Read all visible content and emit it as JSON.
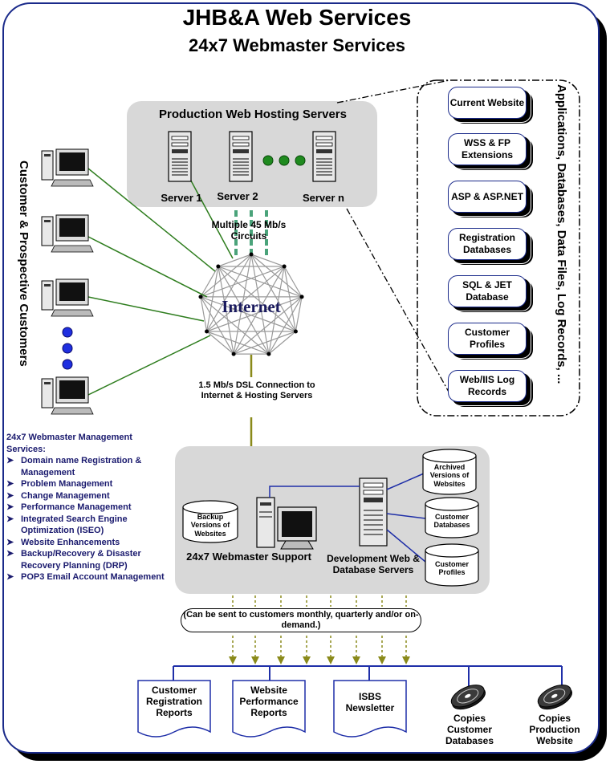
{
  "header": {
    "title": "JHB&A Web Services",
    "subtitle": "24x7 Webmaster Services"
  },
  "production": {
    "title": "Production Web Hosting Servers",
    "servers": [
      "Server 1",
      "Server 2",
      "Server n"
    ],
    "circuits": "Multiple 45 Mb/s Circuits"
  },
  "internet": {
    "label": "Internet",
    "dsl": "1.5 Mb/s DSL Connection to Internet & Hosting Servers"
  },
  "customers_label": "Customer & Prospective Customers",
  "apps": {
    "label": "Applications, Databases, Data Files, Log Records, ...",
    "items": [
      "Current Website",
      "WSS & FP Extensions",
      "ASP & ASP.NET",
      "Registration Databases",
      "SQL & JET Database",
      "Customer Profiles",
      "Web/IIS Log Records"
    ]
  },
  "management": {
    "heading": "24x7 Webmaster Management Services:",
    "items": [
      "Domain name Registration & Management",
      "Problem Management",
      "Change Management",
      "Performance Management",
      "Integrated Search Engine Optimization (ISEO)",
      "Website Enhancements",
      "Backup/Recovery & Disaster Recovery Planning (DRP)",
      "POP3 Email Account Management"
    ]
  },
  "development": {
    "backup": "Backup Versions of Websites",
    "support": "24x7 Webmaster Support",
    "servers": "Development Web & Database Servers",
    "archived": "Archived Versions of Websites",
    "customer_db": "Customer Databases",
    "customer_profiles": "Customer Profiles"
  },
  "notice": "(Can be sent to customers monthly, quarterly and/or on-demand.)",
  "outputs": {
    "reports": [
      "Customer Registration Reports",
      "Website Performance Reports",
      "ISBS Newsletter"
    ],
    "copies": [
      "Copies Customer Databases",
      "Copies Production Website"
    ]
  },
  "colors": {
    "green": "#2e7d1e",
    "teal": "#4aa37a",
    "olive": "#8a8a1a",
    "blue": "#1f2fa8",
    "navy": "#1a1a6e"
  }
}
